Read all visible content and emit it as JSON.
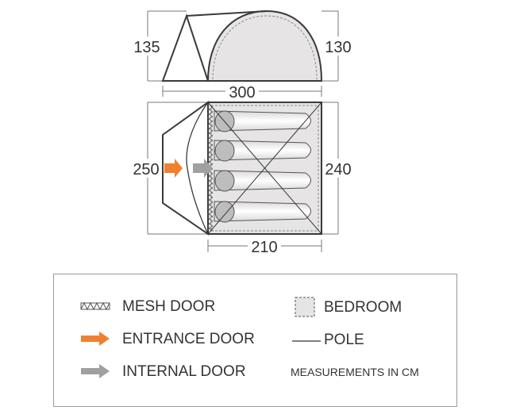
{
  "dimensions": {
    "side_left_height": "135",
    "side_right_height": "130",
    "total_length": "300",
    "total_width": "250",
    "bedroom_width": "240",
    "bedroom_length": "210"
  },
  "legend": {
    "mesh_door": "MESH DOOR",
    "entrance_door": "ENTRANCE DOOR",
    "internal_door": "INTERNAL DOOR",
    "bedroom": "BEDROOM",
    "pole": "POLE",
    "measurements": "MEASUREMENTS IN CM"
  },
  "colors": {
    "entrance_arrow": "#f08030",
    "internal_arrow": "#a0a0a0",
    "bedroom_fill": "#e6e4e4",
    "outline": "#3a3a3a"
  }
}
